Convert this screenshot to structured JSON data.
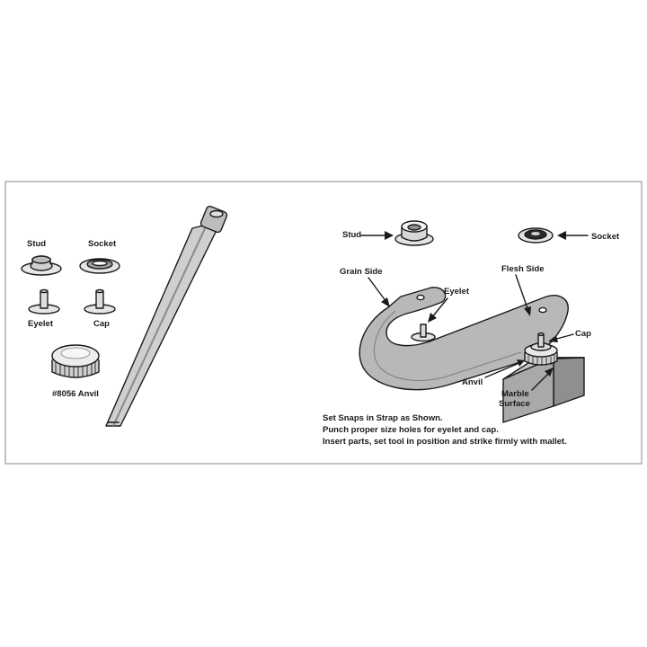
{
  "labels": {
    "left": {
      "stud": "Stud",
      "socket": "Socket",
      "eyelet": "Eyelet",
      "cap": "Cap",
      "anvil": "#8056 Anvil"
    },
    "right": {
      "stud": "Stud",
      "socket": "Socket",
      "grain_side": "Grain Side",
      "flesh_side": "Flesh Side",
      "eyelet": "Eyelet",
      "cap": "Cap",
      "anvil": "Anvil",
      "marble_line1": "Marble",
      "marble_line2": "Surface"
    }
  },
  "instructions": [
    "Set Snaps in Strap as Shown.",
    "Punch proper size holes for eyelet and cap.",
    "Insert parts, set tool in position and strike firmly with mallet."
  ],
  "colors": {
    "ink": "#1a1a1a",
    "frame": "#9a9a9a",
    "strap": "#b3b3b3",
    "block": "#9e9e9e",
    "metal": "#d2d2d2"
  }
}
